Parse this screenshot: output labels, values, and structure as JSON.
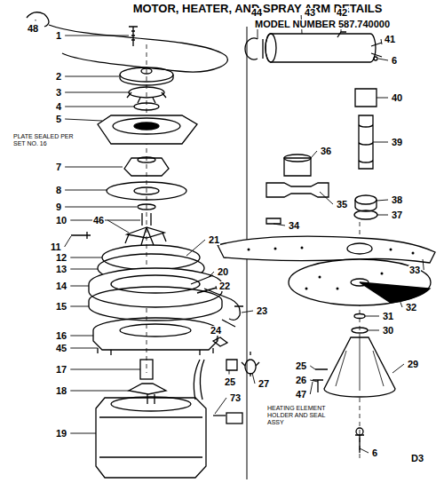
{
  "diagram": {
    "title": "MOTOR, HEATER, AND SPRAY ARM DETAILS",
    "labels": [
      "MODEL NUMBER 587.740000",
      "48",
      "1",
      "2",
      "3",
      "4",
      "5",
      "PLATE SEALED PER SET NO. 16",
      "7",
      "8",
      "9",
      "10",
      "11",
      "46",
      "21",
      "12",
      "13",
      "14",
      "20",
      "22",
      "15",
      "23",
      "16",
      "45",
      "24",
      "25",
      "27",
      "17",
      "18",
      "19",
      "73",
      "44",
      "43",
      "42",
      "41",
      "6",
      "40",
      "39",
      "36",
      "35",
      "34",
      "38",
      "37",
      "33",
      "32",
      "31",
      "30",
      "29",
      "25",
      "26",
      "47",
      "HEATING ELEMENT HOLDER AND SEAL ASSY",
      "6",
      "D3"
    ]
  }
}
